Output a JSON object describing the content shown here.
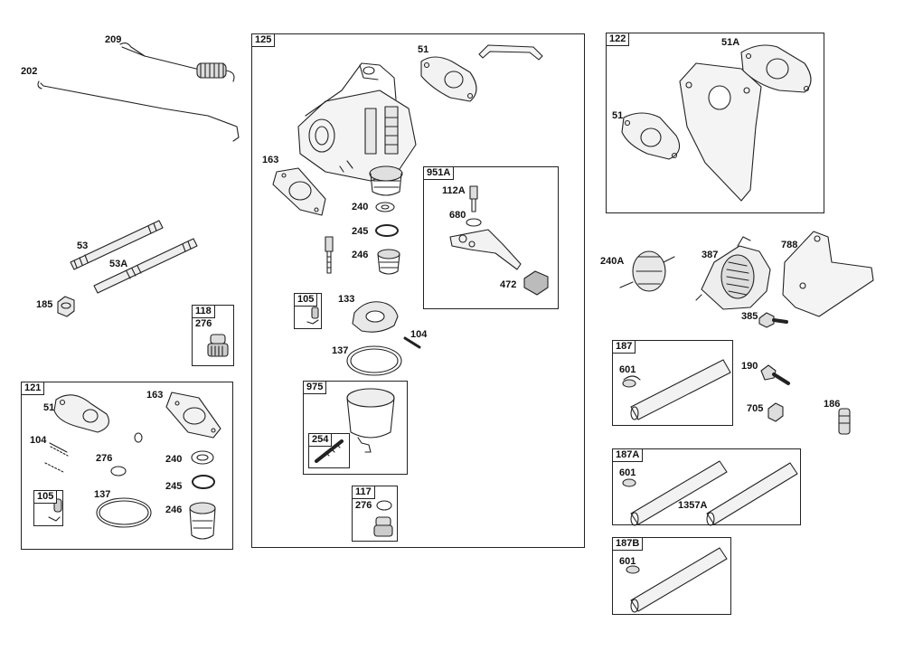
{
  "title": "",
  "boxes": {
    "b125": "125",
    "b951a": "951A",
    "b975": "975",
    "b254": "254",
    "b117": "117",
    "b105a": "105",
    "b118": "118",
    "b121": "121",
    "b105b": "105",
    "b122": "122",
    "b187": "187",
    "b187a": "187A",
    "b187b": "187B"
  },
  "parts": {
    "p209": "209",
    "p202": "202",
    "p53": "53",
    "p53a": "53A",
    "p185": "185",
    "p276a": "276",
    "p51a": "51",
    "p104a": "104",
    "p276b": "276",
    "p163a": "163",
    "p240a": "240",
    "p245a": "245",
    "p246a": "246",
    "p137a": "137",
    "p51b": "51",
    "p163b": "163",
    "p240b": "240",
    "p245b": "245",
    "p246b": "246",
    "p133": "133",
    "p104b": "104",
    "p137b": "137",
    "p276c": "276",
    "p112a": "112A",
    "p680": "680",
    "p472": "472",
    "p51c": "51A",
    "p51d": "51",
    "p240aa": "240A",
    "p387": "387",
    "p788": "788",
    "p385": "385",
    "p601a": "601",
    "p190": "190",
    "p705": "705",
    "p186": "186",
    "p601b": "601",
    "p1357a": "1357A",
    "p601c": "601"
  }
}
